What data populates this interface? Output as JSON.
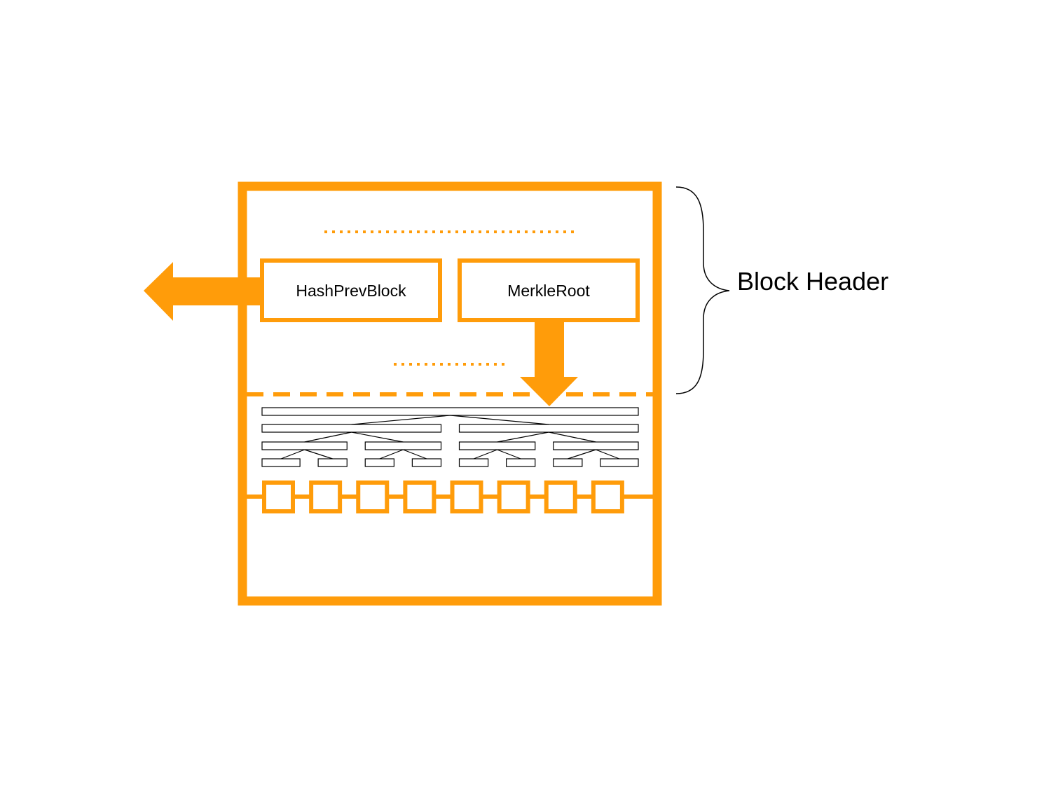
{
  "diagram": {
    "header_fields": [
      {
        "id": "hash-prev-block",
        "label": "HashPrevBlock"
      },
      {
        "id": "merkle-root",
        "label": "MerkleRoot"
      }
    ],
    "brace_label": "Block Header",
    "merkle_tree_levels": [
      1,
      2,
      4,
      8
    ],
    "transaction_count": 8
  },
  "colors": {
    "accent": "#FF9C0A",
    "line": "#000000",
    "background": "#FFFFFF"
  }
}
